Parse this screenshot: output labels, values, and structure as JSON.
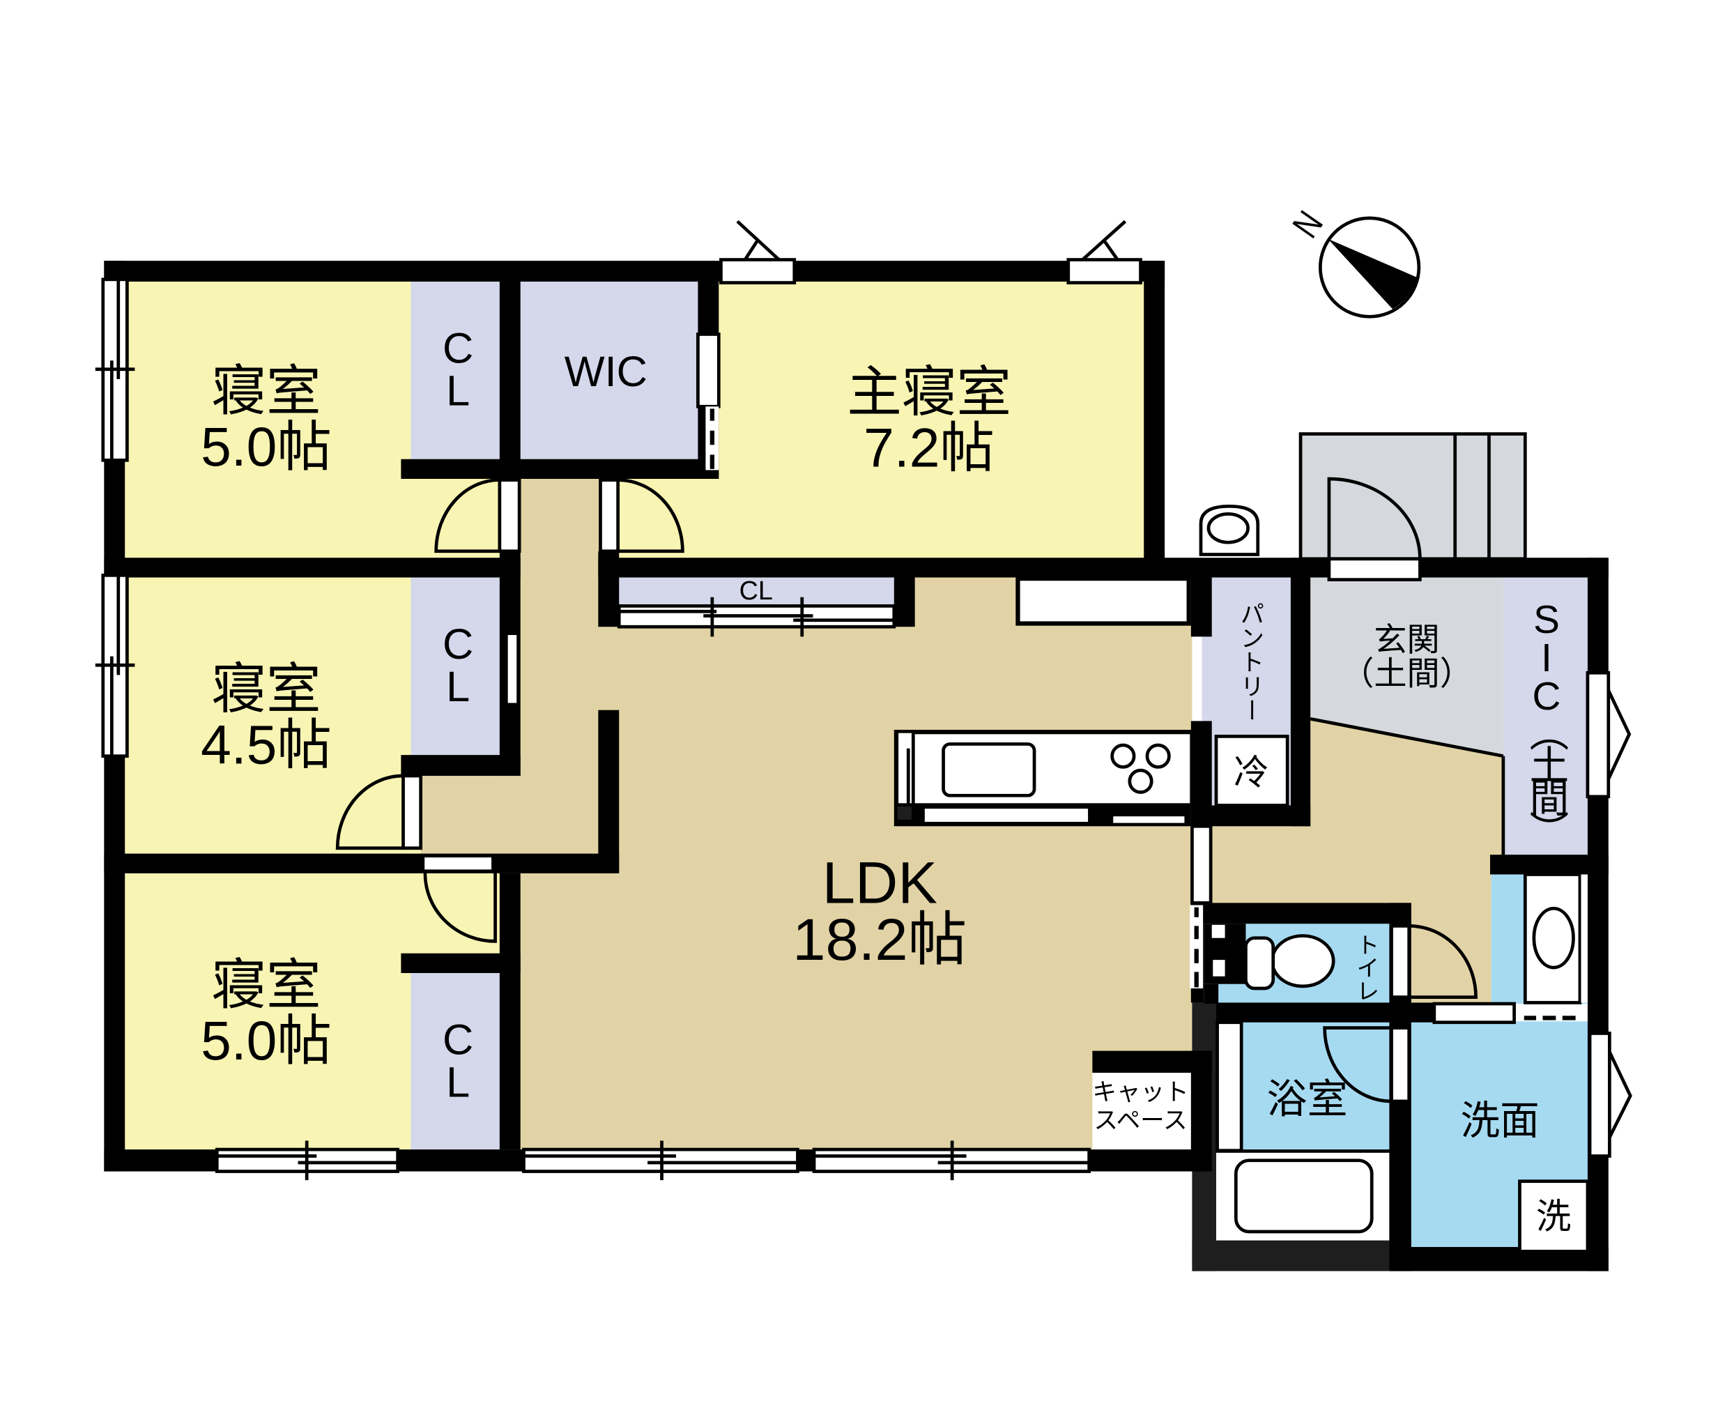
{
  "floor_plan": {
    "compass": {
      "north_label": "N"
    },
    "rooms": {
      "bedroom_nw": {
        "name": "寝室",
        "size": "5.0帖"
      },
      "bedroom_w": {
        "name": "寝室",
        "size": "4.5帖"
      },
      "bedroom_sw": {
        "name": "寝室",
        "size": "5.0帖"
      },
      "master_bedroom": {
        "name": "主寝室",
        "size": "7.2帖"
      },
      "ldk": {
        "name": "LDK",
        "size": "18.2帖"
      },
      "walk_in_closet": {
        "name": "WIC"
      },
      "closet_nw": {
        "name": "CL"
      },
      "closet_w": {
        "name": "CL"
      },
      "closet_sw": {
        "name": "CL"
      },
      "ldk_closet": {
        "name": "CL"
      },
      "pantry": {
        "name": "パントリー"
      },
      "entrance": {
        "name": "玄関",
        "note": "（土間）"
      },
      "shoes_in_closet": {
        "name": "SIC（土間）"
      },
      "toilet": {
        "name": "トイレ"
      },
      "bathroom": {
        "name": "浴室"
      },
      "washroom": {
        "name": "洗面"
      },
      "cat_space": {
        "line1": "キャット",
        "line2": "スペース"
      }
    },
    "fixtures": {
      "refrigerator": {
        "label": "冷"
      },
      "washing_machine": {
        "label": "洗"
      }
    }
  },
  "colors": {
    "bedroom": "#f8f4b3",
    "storage": "#d5d7eb",
    "living": "#e2d3a6",
    "wet_area": "#a6daf1",
    "entrance": "#d5d8dc",
    "wall": "#000000",
    "exterior_wall": "#1e1e1e"
  }
}
